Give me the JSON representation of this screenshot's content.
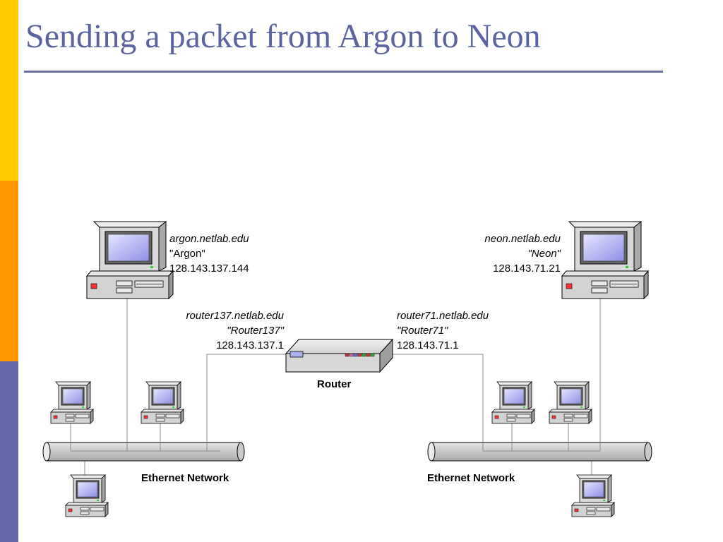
{
  "slide": {
    "title": "Sending a packet from Argon to Neon"
  },
  "colors": {
    "sidebar_yellow": "#ffcc00",
    "sidebar_orange": "#ff9900",
    "sidebar_blue": "#6666aa",
    "title_text": "#5b63a0",
    "title_rule": "#6b6fa8"
  },
  "argon": {
    "hostname": "argon.netlab.edu",
    "alias": "\"Argon\"",
    "ip": "128.143.137.144"
  },
  "neon": {
    "hostname": "neon.netlab.edu",
    "alias": "\"Neon\"",
    "ip": "128.143.71.21"
  },
  "router137": {
    "hostname": "router137.netlab.edu",
    "alias": "\"Router137\"",
    "ip": "128.143.137.1"
  },
  "router71": {
    "hostname": "router71.netlab.edu",
    "alias": "\"Router71\"",
    "ip": "128.143.71.1"
  },
  "router": {
    "label": "Router"
  },
  "networks": {
    "left_label": "Ethernet Network",
    "right_label": "Ethernet Network"
  },
  "icons": [
    "desktop-computer-icon",
    "router-icon",
    "ethernet-bus-icon"
  ]
}
